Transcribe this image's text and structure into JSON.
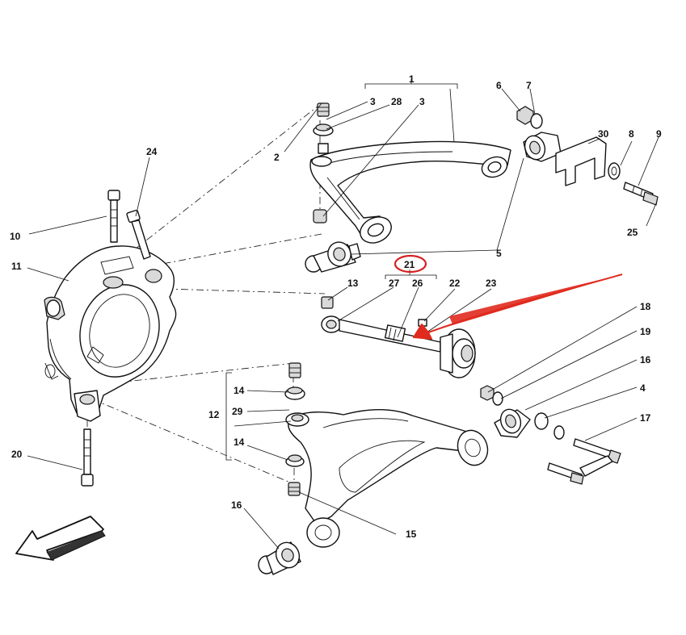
{
  "callouts": {
    "c1": "1",
    "c2": "2",
    "c3a": "3",
    "c3b": "3",
    "c4": "4",
    "c5": "5",
    "c6": "6",
    "c7": "7",
    "c8": "8",
    "c9": "9",
    "c10": "10",
    "c11": "11",
    "c12": "12",
    "c13": "13",
    "c14a": "14",
    "c14b": "14",
    "c15": "15",
    "c16a": "16",
    "c16b": "16",
    "c17": "17",
    "c18": "18",
    "c19": "19",
    "c20": "20",
    "c21": "21",
    "c22": "22",
    "c23": "23",
    "c24": "24",
    "c25": "25",
    "c26": "26",
    "c27": "27",
    "c28": "28",
    "c29": "29",
    "c30": "30"
  },
  "highlight": {
    "circled_callout": "21",
    "circle_color": "#d42020",
    "arrow_color": "#e02a1e"
  },
  "icons": {
    "direction_arrow": "forward-direction-arrow-icon"
  }
}
